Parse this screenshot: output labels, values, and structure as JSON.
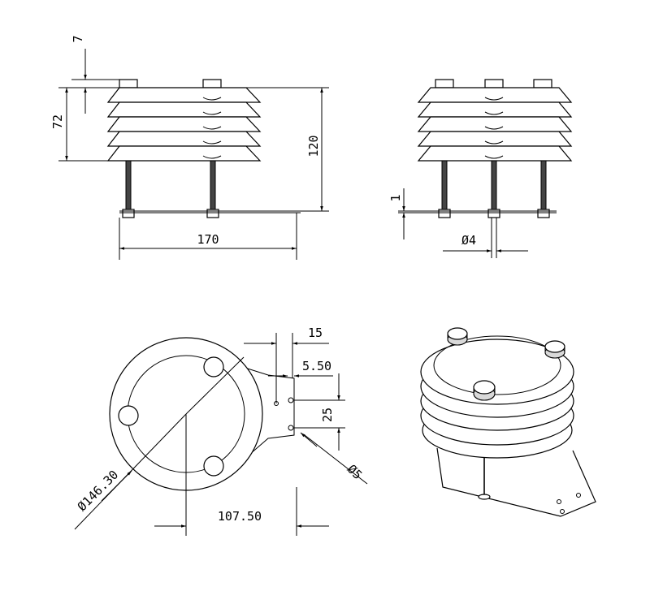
{
  "dimensions": {
    "front_top_gap": "7",
    "front_louver_height": "72",
    "front_total_height": "120",
    "front_width": "170",
    "side_base_thickness": "1",
    "side_rod_diameter": "Ø4",
    "top_tab_length": "15",
    "top_hole_offset": "5.50",
    "top_hole_spacing": "25",
    "top_hole_diameter": "Ø5",
    "top_outer_diameter": "Ø146.30",
    "top_center_offset": "107.50"
  },
  "colors": {
    "line": "#000000",
    "background": "#ffffff"
  },
  "icons": [
    "front-view",
    "side-view",
    "top-view",
    "isometric-view"
  ]
}
